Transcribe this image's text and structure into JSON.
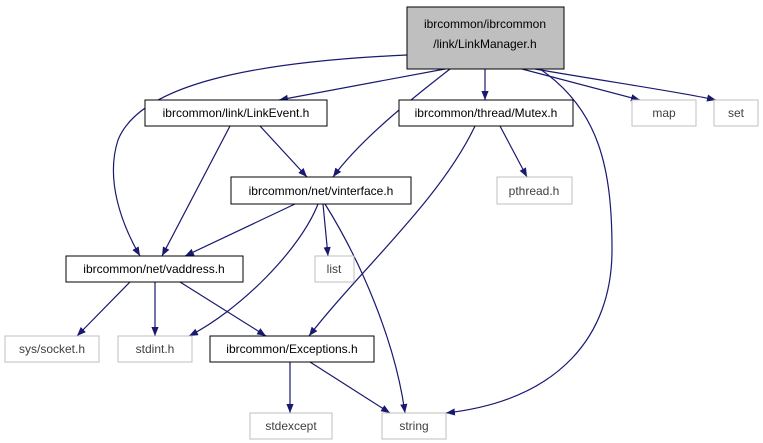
{
  "colors": {
    "edge": "#191970",
    "root_fill": "#bfbfbf",
    "node_border": "#000000",
    "external_border": "#bfbfbf",
    "text": "#000000",
    "external_text": "#404040"
  },
  "nodes": {
    "root": {
      "line1": "ibrcommon/ibrcommon",
      "line2": "/link/LinkManager.h"
    },
    "linkevent": {
      "label": "ibrcommon/link/LinkEvent.h"
    },
    "mutex": {
      "label": "ibrcommon/thread/Mutex.h"
    },
    "map": {
      "label": "map"
    },
    "set": {
      "label": "set"
    },
    "vinterface": {
      "label": "ibrcommon/net/vinterface.h"
    },
    "pthread": {
      "label": "pthread.h"
    },
    "vaddress": {
      "label": "ibrcommon/net/vaddress.h"
    },
    "list": {
      "label": "list"
    },
    "syssocket": {
      "label": "sys/socket.h"
    },
    "stdint": {
      "label": "stdint.h"
    },
    "exceptions": {
      "label": "ibrcommon/Exceptions.h"
    },
    "stdexcept": {
      "label": "stdexcept"
    },
    "string": {
      "label": "string"
    }
  },
  "edges": [
    {
      "from": "root",
      "to": "linkevent"
    },
    {
      "from": "root",
      "to": "mutex"
    },
    {
      "from": "root",
      "to": "map"
    },
    {
      "from": "root",
      "to": "set"
    },
    {
      "from": "root",
      "to": "vinterface"
    },
    {
      "from": "root",
      "to": "vaddress"
    },
    {
      "from": "root",
      "to": "string"
    },
    {
      "from": "linkevent",
      "to": "vinterface"
    },
    {
      "from": "linkevent",
      "to": "vaddress"
    },
    {
      "from": "mutex",
      "to": "pthread"
    },
    {
      "from": "mutex",
      "to": "exceptions"
    },
    {
      "from": "vinterface",
      "to": "vaddress"
    },
    {
      "from": "vinterface",
      "to": "list"
    },
    {
      "from": "vinterface",
      "to": "stdint"
    },
    {
      "from": "vinterface",
      "to": "string"
    },
    {
      "from": "vaddress",
      "to": "syssocket"
    },
    {
      "from": "vaddress",
      "to": "stdint"
    },
    {
      "from": "vaddress",
      "to": "exceptions"
    },
    {
      "from": "exceptions",
      "to": "stdexcept"
    },
    {
      "from": "exceptions",
      "to": "string"
    }
  ]
}
